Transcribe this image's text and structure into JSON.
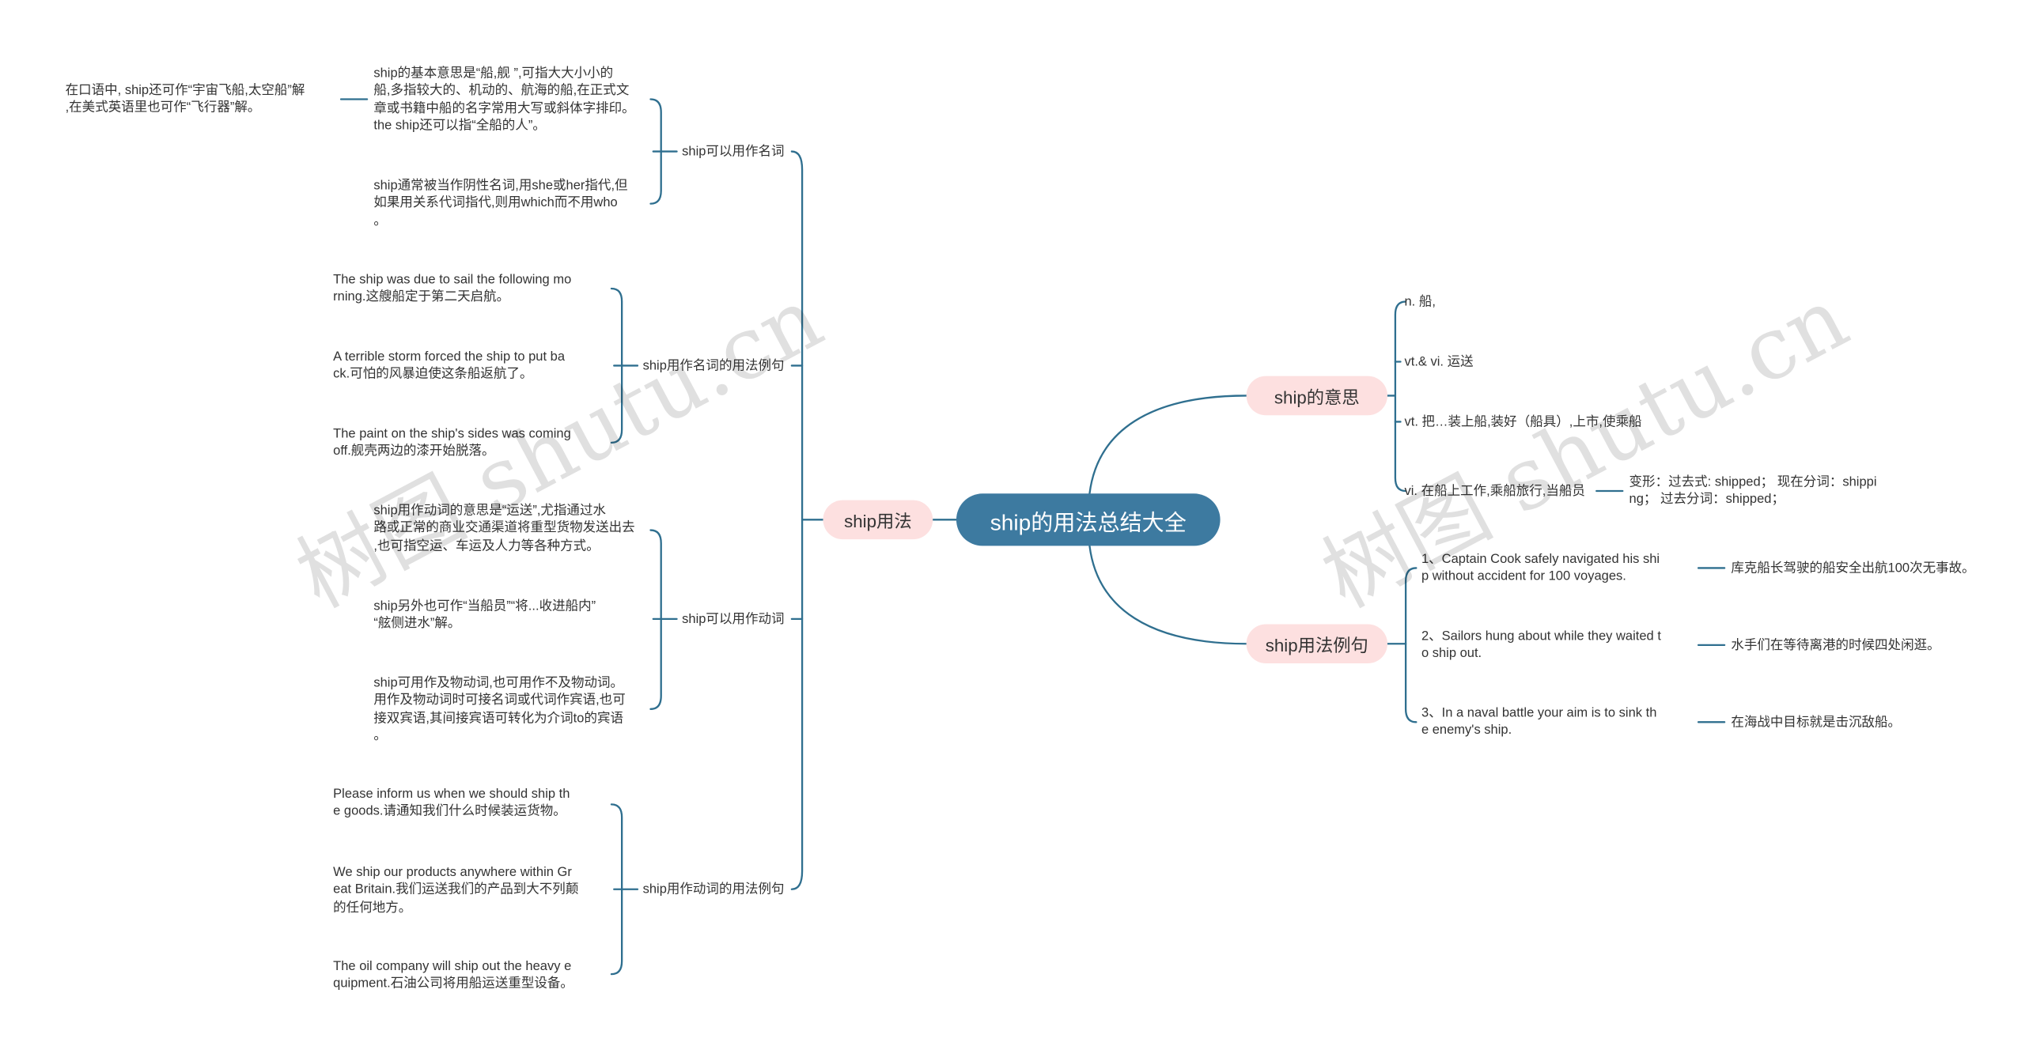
{
  "center": "ship的用法总结大全",
  "left": {
    "main": "ship用法",
    "groups": {
      "noun": {
        "label": "ship可以用作名词",
        "items": [
          "ship的基本意思是“船,舰 ”,可指大大小小的\n船,多指较大的、机动的、航海的船,在正式文\n章或书籍中船的名字常用大写或斜体字排印。\nthe ship还可以指“全船的人”。",
          "ship通常被当作阴性名词,用she或her指代,但\n如果用关系代词指代,则用which而不用who\n。"
        ],
        "note": "在口语中, ship还可作“宇宙飞船,太空船”解\n,在美式英语里也可作“飞行器”解。"
      },
      "noun_examples": {
        "label": "ship用作名词的用法例句",
        "items": [
          "The ship was due to sail the following mo\nrning.这艘船定于第二天启航。",
          "A terrible storm forced the ship to put ba\nck.可怕的风暴迫使这条船返航了。",
          "The paint on the ship's sides was coming\noff.舰壳两边的漆开始脱落。"
        ]
      },
      "verb": {
        "label": "ship可以用作动词",
        "items": [
          "ship用作动词的意思是“运送”,尤指通过水\n路或正常的商业交通渠道将重型货物发送出去\n,也可指空运、车运及人力等各种方式。",
          "ship另外也可作“当船员”“将...收进船内”\n“舷侧进水”解。",
          "ship可用作及物动词,也可用作不及物动词。\n用作及物动词时可接名词或代词作宾语,也可\n接双宾语,其间接宾语可转化为介词to的宾语\n。"
        ]
      },
      "verb_examples": {
        "label": "ship用作动词的用法例句",
        "items": [
          "Please inform us when we should ship th\ne goods.请通知我们什么时候装运货物。",
          "We ship our products anywhere within Gr\neat Britain.我们运送我们的产品到大不列颠\n的任何地方。",
          "The oil company will ship out the heavy e\nquipment.石油公司将用船运送重型设备。"
        ]
      }
    }
  },
  "right": {
    "meaning": {
      "label": "ship的意思",
      "items": [
        "n. 船,",
        "vt.& vi. 运送",
        "vt. 把…装上船,装好（船具）,上市,使乘船",
        "vi. 在船上工作,乘船旅行,当船员"
      ],
      "forms": "变形：过去式: shipped；  现在分词：shippi\nng；  过去分词：shipped；"
    },
    "examples": {
      "label": "ship用法例句",
      "items": [
        {
          "en": "1、Captain Cook safely navigated his shi\np without accident for 100 voyages.",
          "zh": "库克船长驾驶的船安全出航100次无事故。"
        },
        {
          "en": "2、Sailors hung about while they waited t\no ship out.",
          "zh": "水手们在等待离港的时候四处闲逛。"
        },
        {
          "en": "3、In a naval battle your aim is to sink th\ne enemy's ship.",
          "zh": "在海战中目标就是击沉敌船。"
        }
      ]
    }
  },
  "watermarks": [
    "树图 shutu.cn",
    "树图 shutu.cn"
  ],
  "colors": {
    "center_bg": "#3d7aa0",
    "pill_bg": "#fde0e0",
    "line": "#2f6f8f"
  }
}
